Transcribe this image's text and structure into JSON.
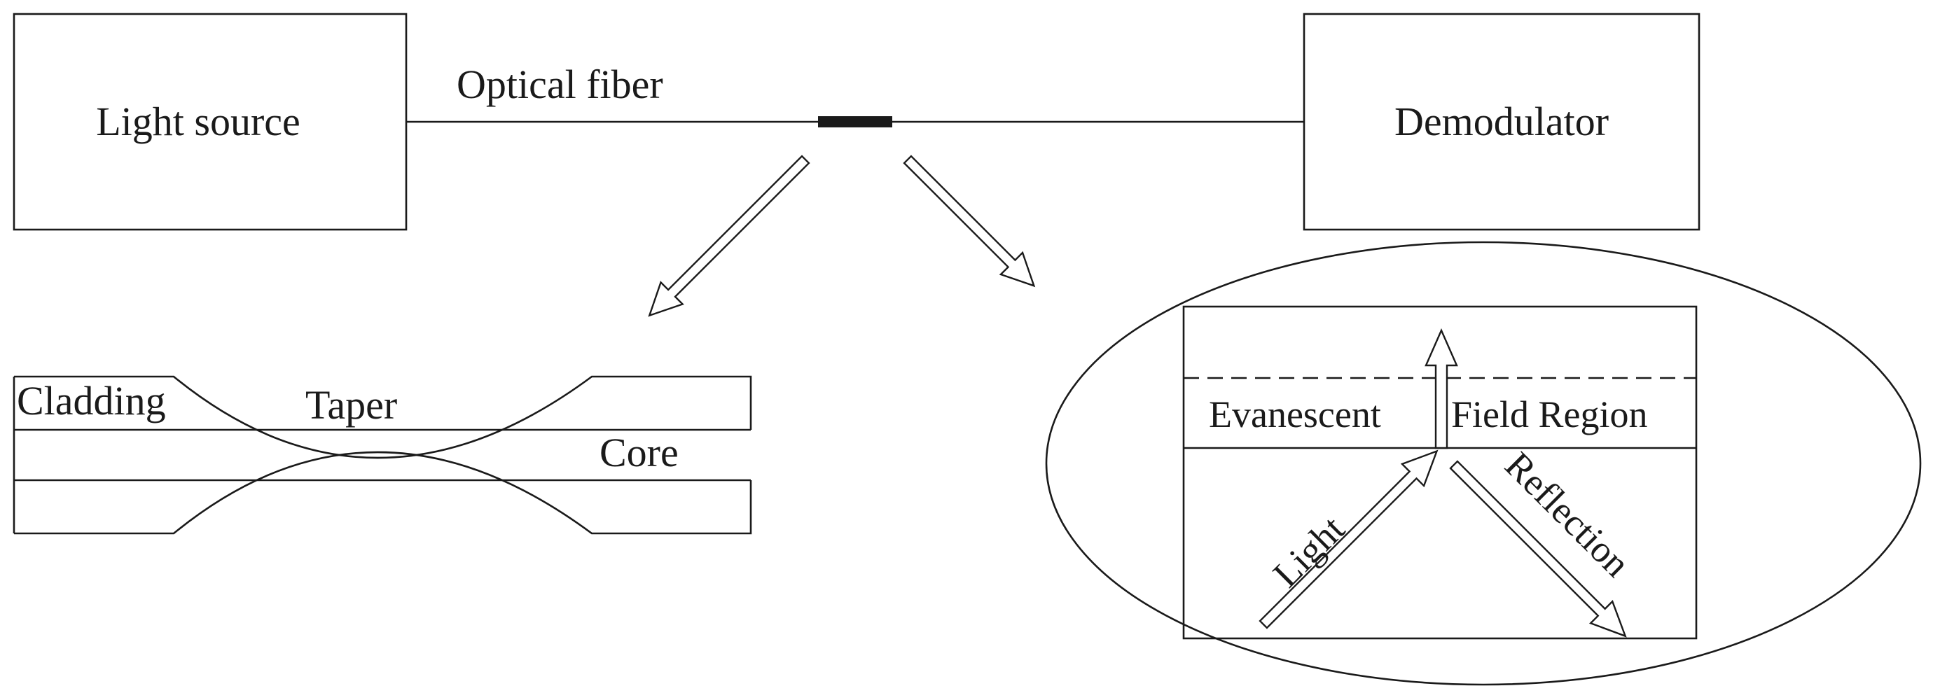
{
  "labels": {
    "light_source": "Light source",
    "optical_fiber": "Optical fiber",
    "demodulator": "Demodulator",
    "cladding": "Cladding",
    "taper": "Taper",
    "core": "Core",
    "evanescent": "Evanescent",
    "field_region": "Field Region",
    "light": "Light",
    "reflection": "Reflection"
  }
}
